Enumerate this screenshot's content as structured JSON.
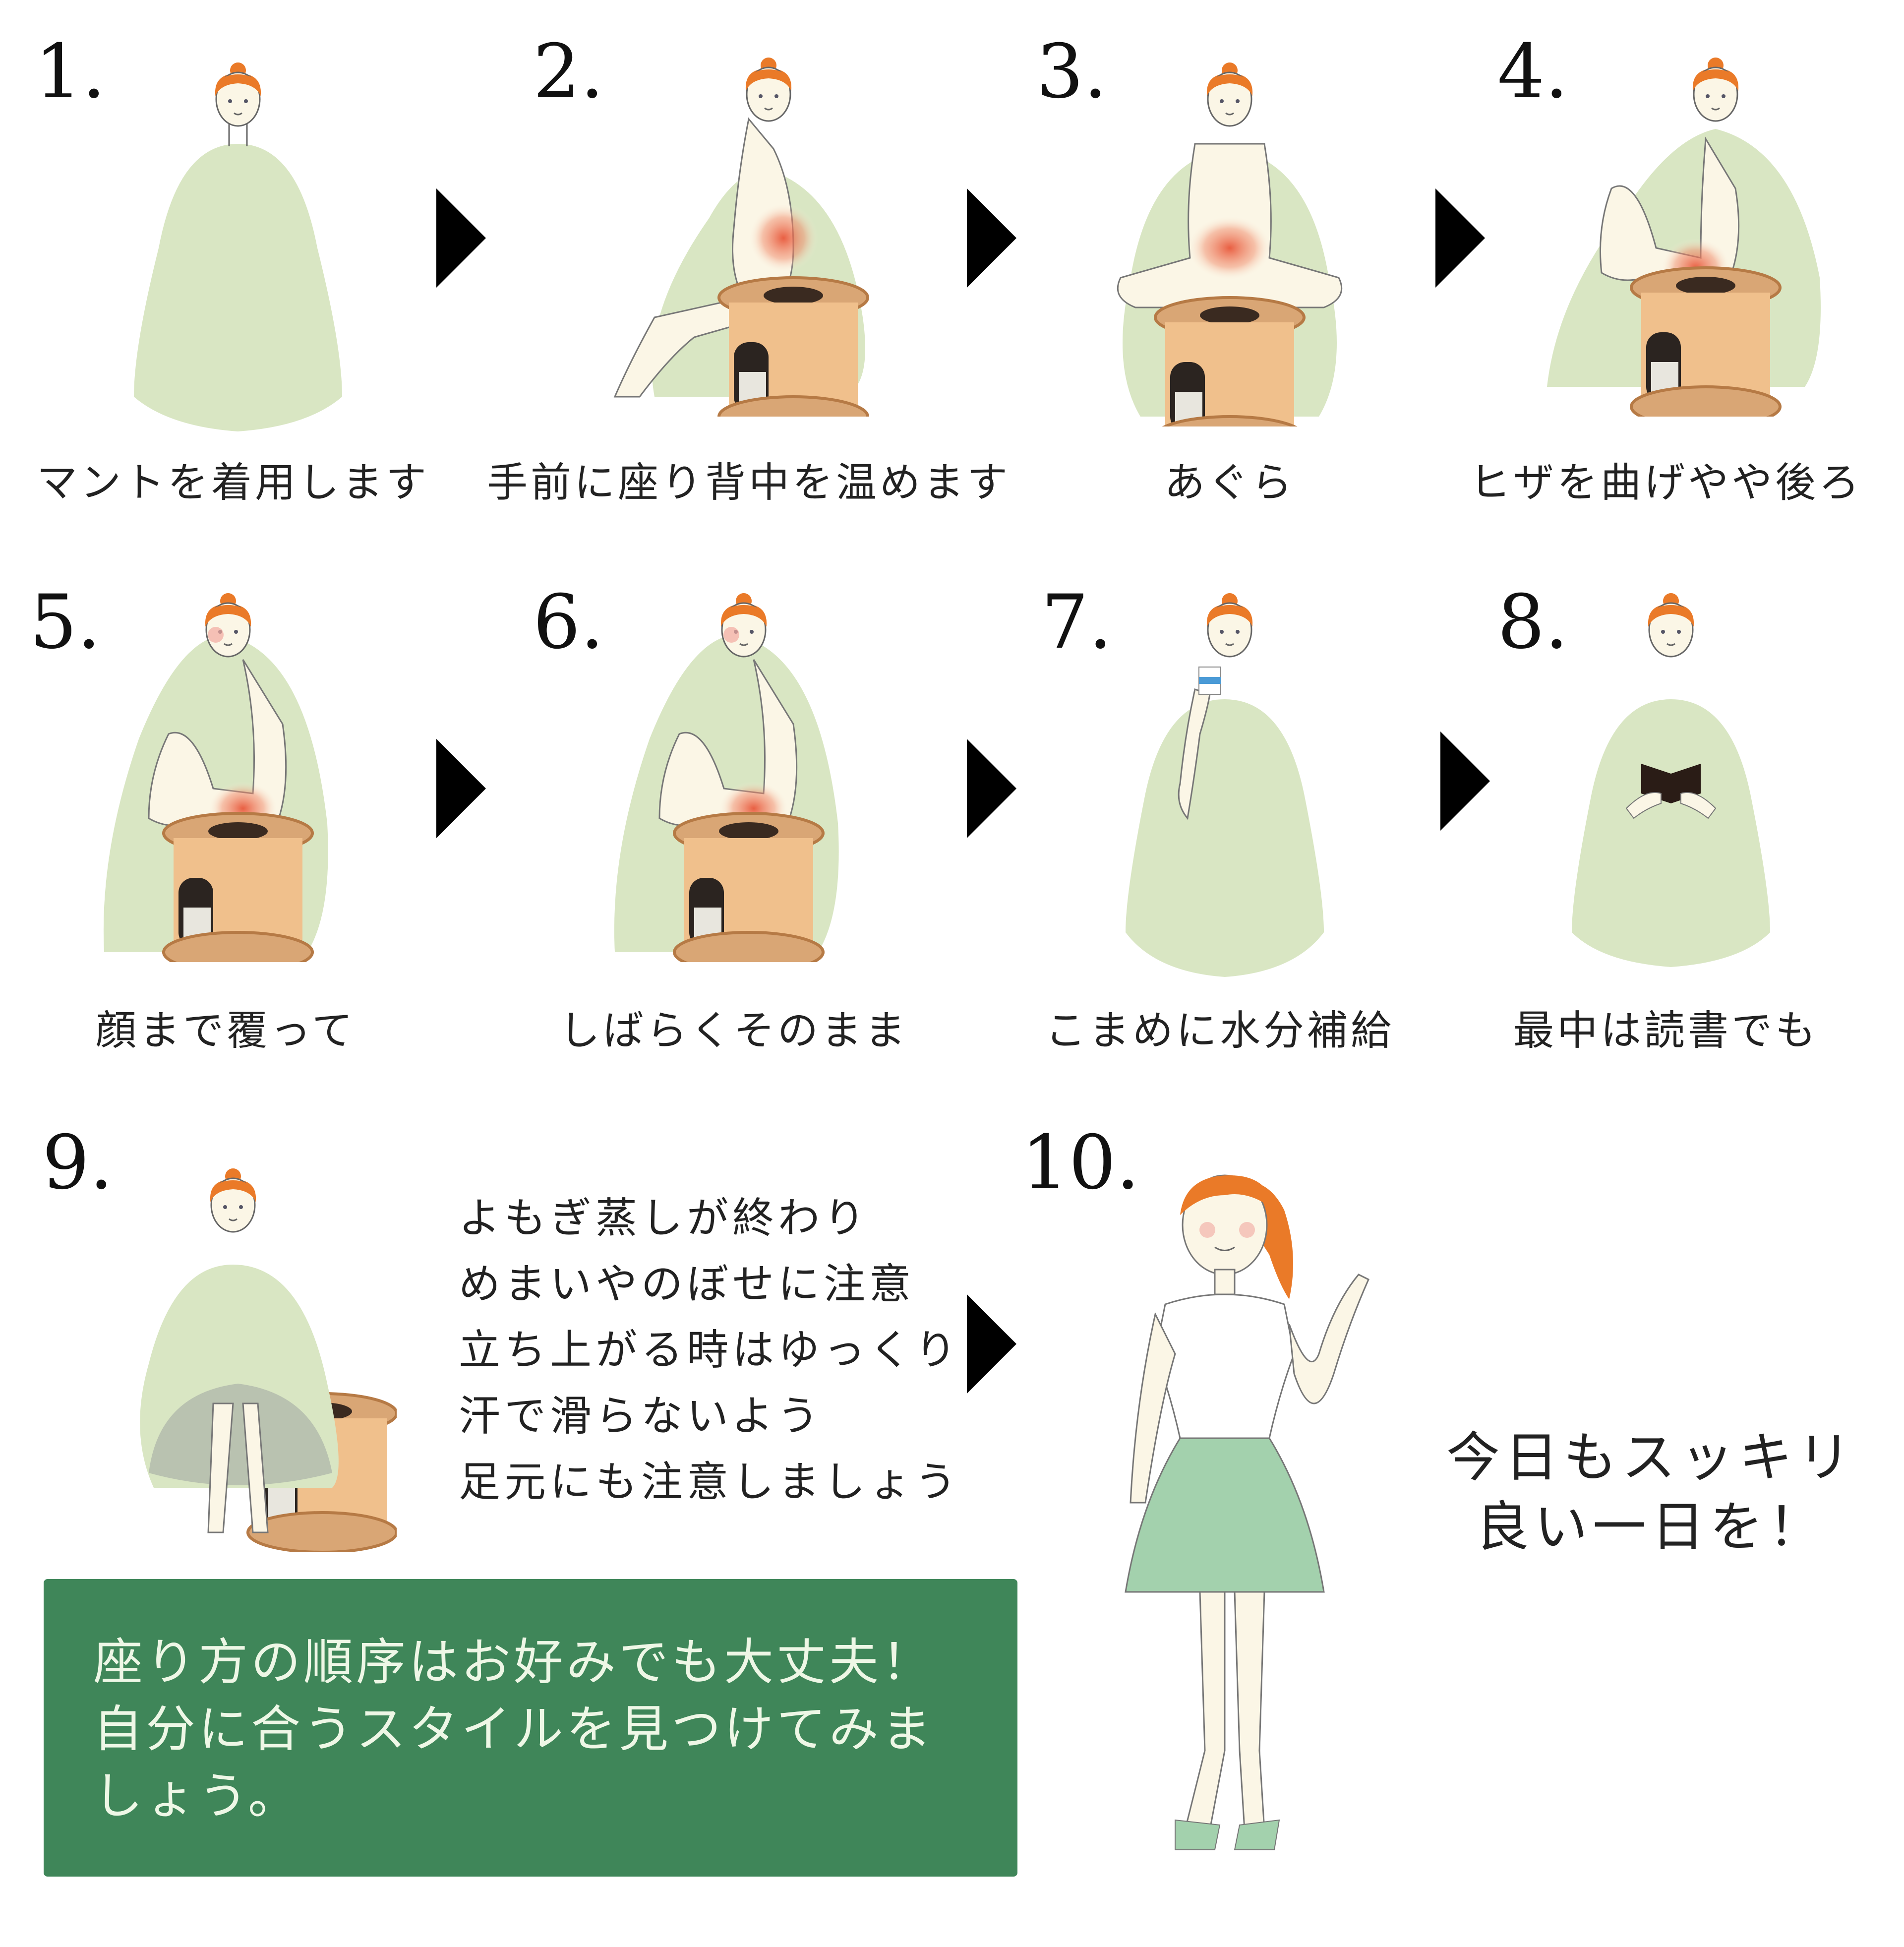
{
  "colors": {
    "mantle": "#d9e6c3",
    "hair": "#ea7a28",
    "skin": "#fbf6e6",
    "stool": "#f0c08c",
    "stool_rim": "#c88b4f",
    "heat": "#e8573a",
    "skirt": "#a3d1ad",
    "tip_box": "#3f8659",
    "tip_text": "#eef7e6",
    "arrow": "#000000"
  },
  "steps": [
    {
      "number": "1.",
      "caption": "マントを着用します"
    },
    {
      "number": "2.",
      "caption": "手前に座り背中を温めます"
    },
    {
      "number": "3.",
      "caption": "あぐら"
    },
    {
      "number": "4.",
      "caption": "ヒザを曲げやや後ろ"
    },
    {
      "number": "5.",
      "caption": "顔まで覆って"
    },
    {
      "number": "6.",
      "caption": "しばらくそのまま"
    },
    {
      "number": "7.",
      "caption": "こまめに水分補給"
    },
    {
      "number": "8.",
      "caption": "最中は読書でも"
    },
    {
      "number": "9.",
      "caption": ""
    },
    {
      "number": "10.",
      "caption": ""
    }
  ],
  "step9_notes": [
    "よもぎ蒸しが終わり",
    "めまいやのぼせに注意",
    "立ち上がる時はゆっくり",
    "汗で滑らないよう",
    "足元にも注意しましょう"
  ],
  "closing": [
    "今日もスッキリ",
    "良い一日を！"
  ],
  "tip_box": [
    "座り方の順序はお好みでも大丈夫！",
    "自分に合うスタイルを見つけてみま",
    "しょう。"
  ],
  "icons": {
    "arrow": "right-triangle-arrow"
  }
}
